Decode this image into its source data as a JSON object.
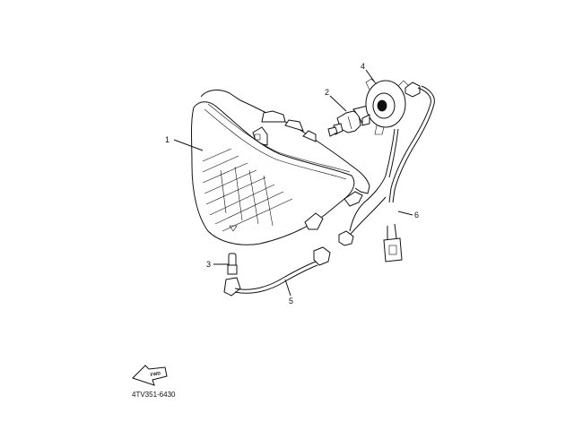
{
  "diagram": {
    "callouts": [
      {
        "id": "1",
        "label": "1"
      },
      {
        "id": "2",
        "label": "2"
      },
      {
        "id": "3",
        "label": "3"
      },
      {
        "id": "4",
        "label": "4"
      },
      {
        "id": "5",
        "label": "5"
      },
      {
        "id": "6",
        "label": "6"
      }
    ],
    "direction_marker": "FWD",
    "diagram_code": "4TV351-6430"
  }
}
